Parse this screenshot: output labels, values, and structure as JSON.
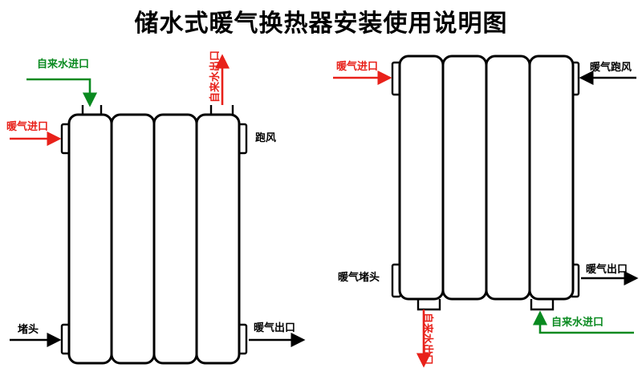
{
  "title": "储水式暖气换热器安装使用说明图",
  "colors": {
    "outline": "#000000",
    "heating_arrow": "#e8211a",
    "water_arrow": "#0a8a20",
    "plain_arrow": "#000000",
    "background": "#ffffff"
  },
  "diagrams": [
    {
      "id": "left-diagram",
      "name": "vertical-installation",
      "panels": 4,
      "labels": [
        {
          "key": "tap_water_inlet",
          "text": "自来水进口",
          "color": "green",
          "arrow": "elbow-right-down",
          "position": "top-left"
        },
        {
          "key": "tap_water_outlet",
          "text": "自来水出口",
          "color": "red",
          "arrow": "up",
          "position": "top-right",
          "orientation": "vertical-ccw"
        },
        {
          "key": "heating_inlet",
          "text": "暖气进口",
          "color": "red",
          "arrow": "right",
          "position": "upper-left"
        },
        {
          "key": "air_vent",
          "text": "跑风",
          "color": "black",
          "arrow": "none",
          "position": "upper-right"
        },
        {
          "key": "plug",
          "text": "堵头",
          "color": "black",
          "arrow": "right",
          "position": "lower-left"
        },
        {
          "key": "heating_outlet",
          "text": "暖气出口",
          "color": "black",
          "arrow": "right",
          "position": "lower-right"
        }
      ]
    },
    {
      "id": "right-diagram",
      "name": "horizontal-installation",
      "panels": 4,
      "labels": [
        {
          "key": "heating_inlet",
          "text": "暖气进口",
          "color": "red",
          "arrow": "right",
          "position": "upper-left"
        },
        {
          "key": "heating_air_vent",
          "text": "暖气跑风",
          "color": "black",
          "arrow": "left",
          "position": "upper-right"
        },
        {
          "key": "heating_plug",
          "text": "暖气堵头",
          "color": "black",
          "arrow": "none",
          "position": "lower-left"
        },
        {
          "key": "heating_outlet",
          "text": "暖气出口",
          "color": "black",
          "arrow": "right",
          "position": "lower-right"
        },
        {
          "key": "tap_water_outlet",
          "text": "自来水出口",
          "color": "red",
          "arrow": "down",
          "position": "bottom-left",
          "orientation": "vertical-cw"
        },
        {
          "key": "tap_water_inlet",
          "text": "自来水进口",
          "color": "green",
          "arrow": "elbow-left-up",
          "position": "bottom-right"
        }
      ]
    }
  ]
}
